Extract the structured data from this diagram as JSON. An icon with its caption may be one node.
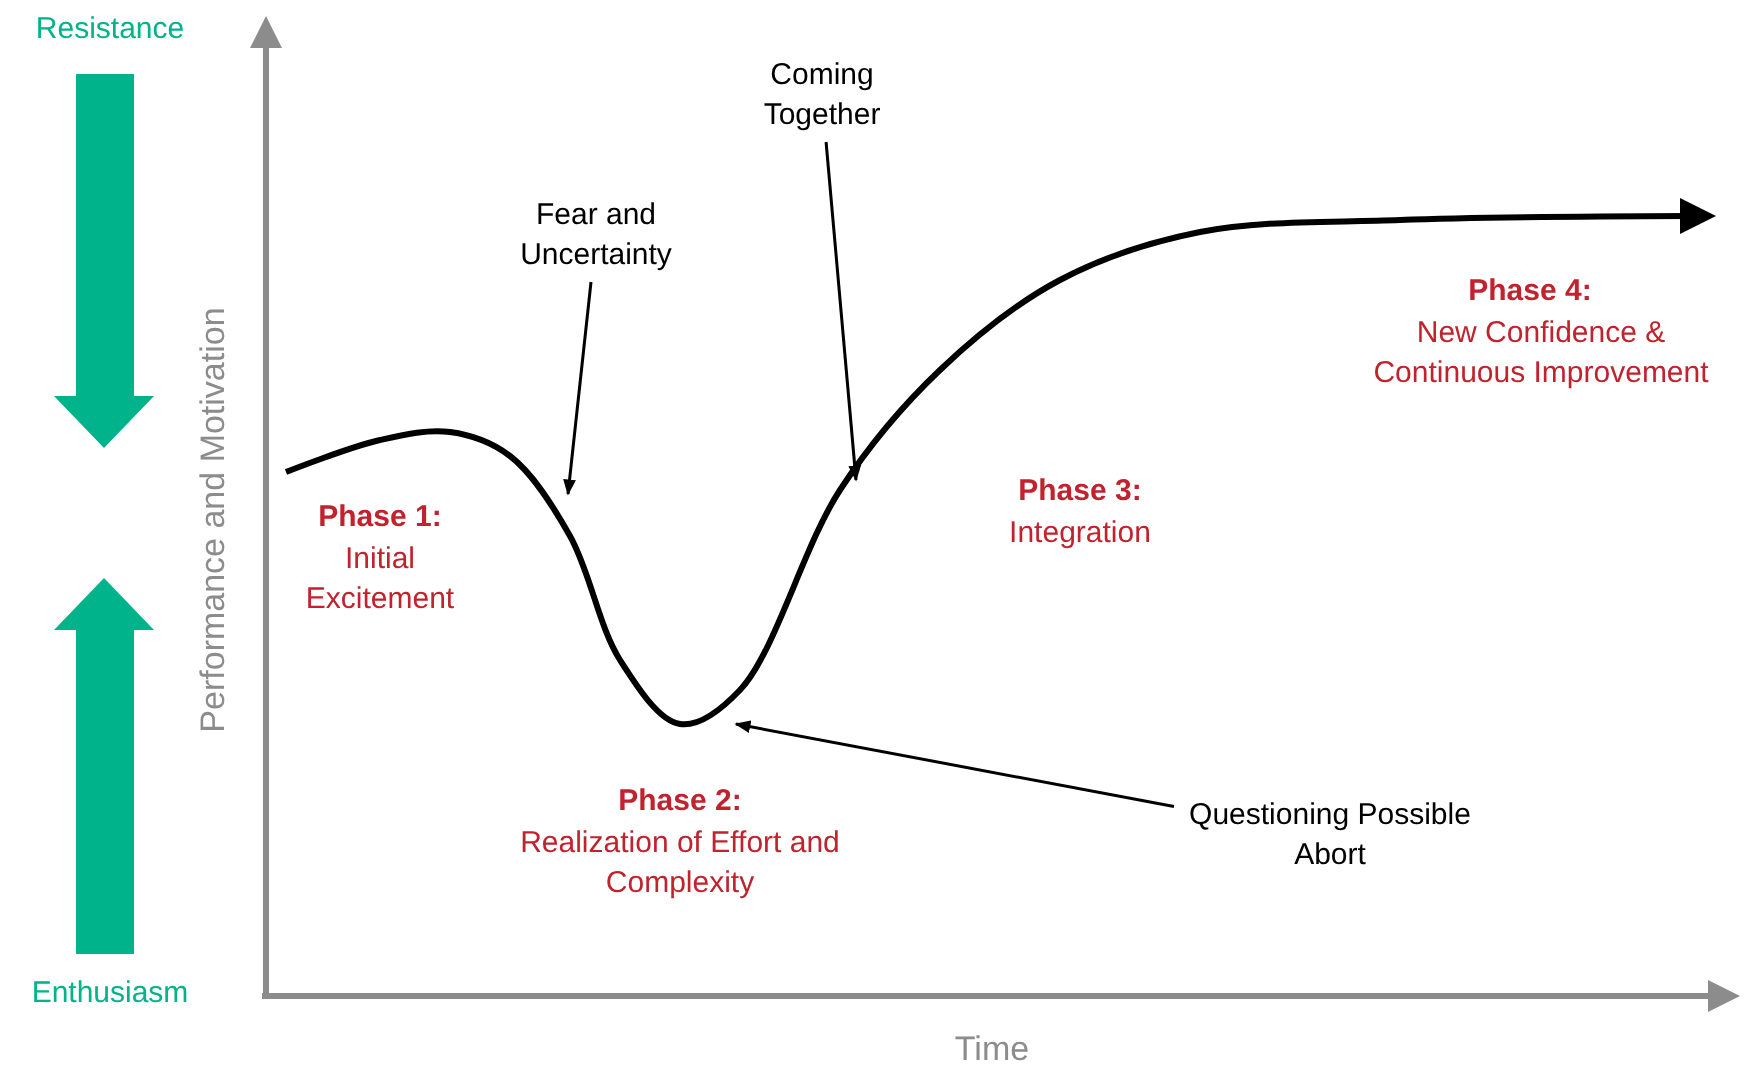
{
  "diagram": {
    "nodes": [
      {
        "text": [
          "Fear and Uncertainty"
        ]
      },
      {
        "text": [
          "Coming Together"
        ]
      },
      {
        "text": [
          "Questioning Possible Abort"
        ]
      }
    ],
    "edges": [
      {
        "from": 0,
        "to": null,
        "arrow": "to"
      },
      {
        "from": 1,
        "to": null,
        "arrow": "to"
      },
      {
        "from": 2,
        "to": null,
        "arrow": "to"
      }
    ],
    "labels": [
      "Resistance",
      "Enthusiasm",
      "Performance and Motivation",
      "Time",
      "Phase 1:",
      "Initial Excitement",
      "Phase 2:",
      "Realization of Effort and Complexity",
      "Phase 3:",
      "Integration",
      "Phase 4:",
      "New Confidence & Continuous Improvement"
    ]
  }
}
